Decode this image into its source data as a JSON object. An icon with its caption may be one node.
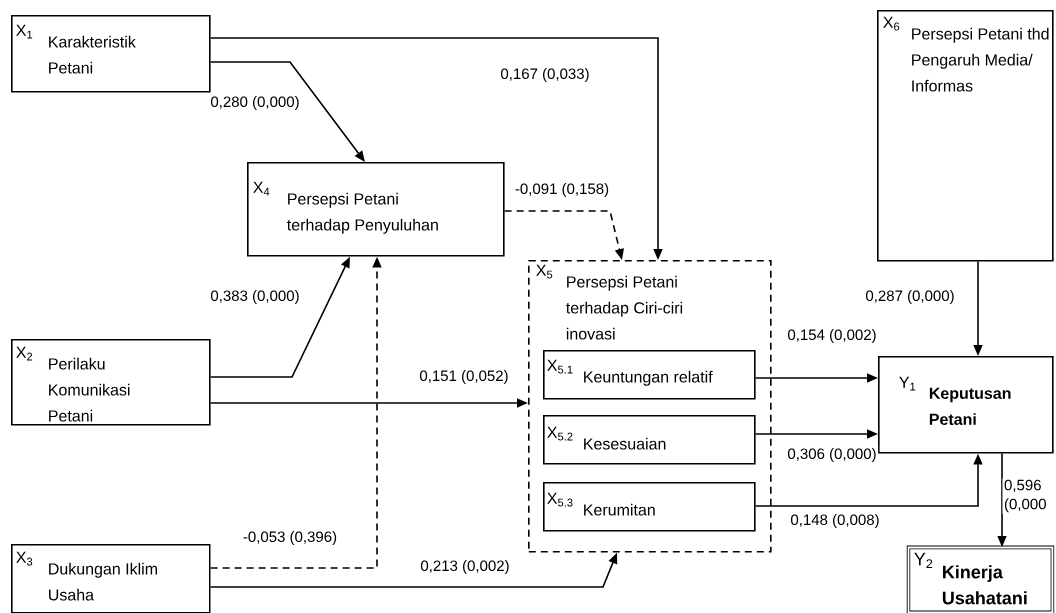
{
  "diagram": {
    "nodes": [
      {
        "text": [
          "X$_{1}$",
          "Karakteristik Petani"
        ]
      },
      {
        "text": [
          "X$_{4}$",
          "Persepsi Petani terhadap Penyuluhan"
        ]
      },
      {
        "text": [
          "X$_{2}$",
          "Perilaku Komunikasi Petani"
        ]
      },
      {
        "text": [
          "X$_{3}$",
          "Dukungan Iklim Usaha"
        ]
      },
      {
        "text": [
          "X$_{5}$",
          "Persepsi Petani terhadap Ciri-ciri inovasi"
        ]
      },
      {
        "text": [
          "X$_{5.1}$",
          "Keuntungan relatif"
        ],
        "in": 4
      },
      {
        "text": [
          "X$_{5.2}$",
          "Kesesuaian"
        ],
        "in": 4
      },
      {
        "text": [
          "X$_{5.3}$",
          "Kerumitan"
        ],
        "in": 4
      },
      {
        "text": [
          "X$_{6}$",
          "Persepsi Petani thd Pengaruh Media/ Informas"
        ]
      },
      {
        "text": [
          "Y$_{1}$",
          "Keputusan Petani"
        ]
      },
      {
        "text": [
          "Y$_{2}$",
          "Kinerja Usahatani"
        ]
      }
    ],
    "edges": [
      {
        "from": 0,
        "to": 1,
        "arrow": "to",
        "label": "0,280 (0,000)"
      },
      {
        "from": 0,
        "to": 4,
        "arrow": "to",
        "label": "0,167 (0,033)"
      },
      {
        "from": 2,
        "to": 1,
        "arrow": "to",
        "label": "0,383 (0,000)"
      },
      {
        "from": 2,
        "to": 4,
        "arrow": "to",
        "label": "0,151 (0,052)"
      },
      {
        "from": 3,
        "to": 1,
        "arrow": "to",
        "label": "-0,053 (0,396)",
        "style": "dashed"
      },
      {
        "from": 3,
        "to": 4,
        "arrow": "to",
        "label": "0,213 (0,002)"
      },
      {
        "from": 1,
        "to": 4,
        "arrow": "to",
        "label": "-0,091 (0,158)",
        "style": "dashed"
      },
      {
        "from": 5,
        "to": 9,
        "arrow": "to",
        "label": "0,154 (0,002)"
      },
      {
        "from": 6,
        "to": 9,
        "arrow": "to",
        "label": "0,306 (0,000)"
      },
      {
        "from": 7,
        "to": 9,
        "arrow": "to",
        "label": "0,148 (0,008)"
      },
      {
        "from": 8,
        "to": 9,
        "arrow": "to",
        "label": "0,287 (0,000)"
      },
      {
        "from": 9,
        "to": 10,
        "arrow": "to",
        "label": "0,596 (0,000"
      }
    ]
  }
}
